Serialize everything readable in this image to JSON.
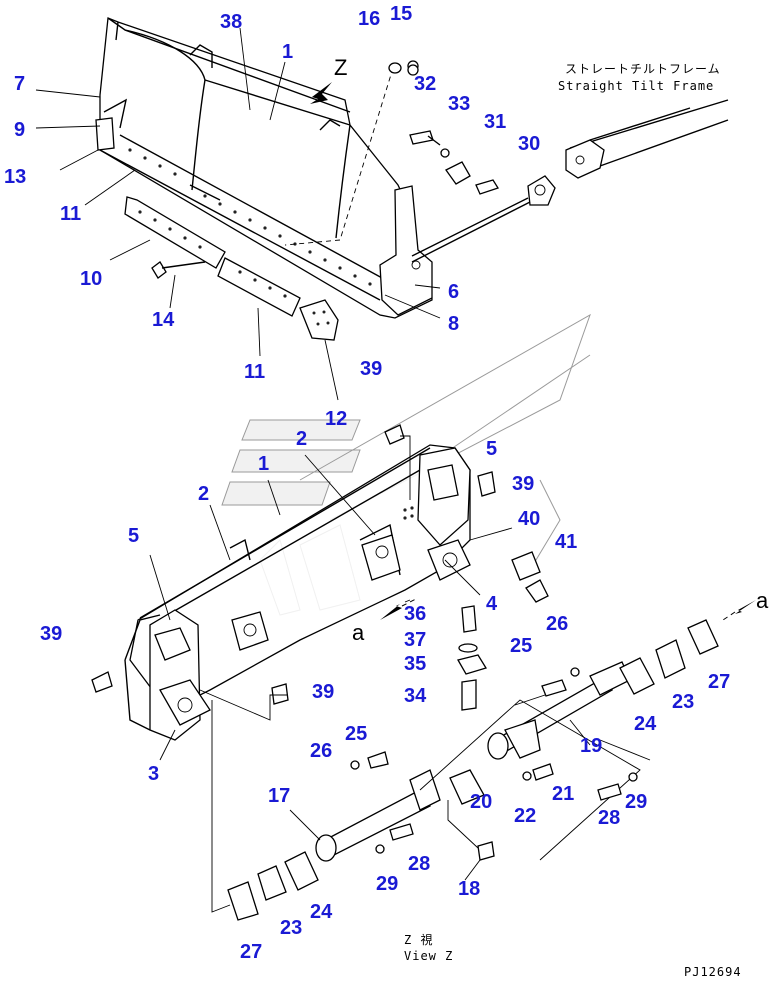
{
  "frame_label": {
    "jp": "ストレートチルトフレーム",
    "en": "Straight Tilt Frame"
  },
  "view_label": {
    "jp": "Z 視",
    "en": "View Z"
  },
  "view_letter": "Z",
  "arrow_letter": "a",
  "drawing_code": "PJ12694",
  "callouts": [
    "38",
    "1",
    "16",
    "15",
    "7",
    "32",
    "33",
    "9",
    "31",
    "13",
    "30",
    "11",
    "10",
    "6",
    "14",
    "8",
    "11",
    "12",
    "39",
    "2",
    "5",
    "1",
    "39",
    "2",
    "40",
    "5",
    "41",
    "39",
    "4",
    "36",
    "26",
    "37",
    "25",
    "35",
    "39",
    "34",
    "3",
    "25",
    "26",
    "17",
    "19",
    "24",
    "23",
    "27",
    "20",
    "22",
    "21",
    "28",
    "29",
    "28",
    "29",
    "18",
    "24",
    "23",
    "27"
  ]
}
